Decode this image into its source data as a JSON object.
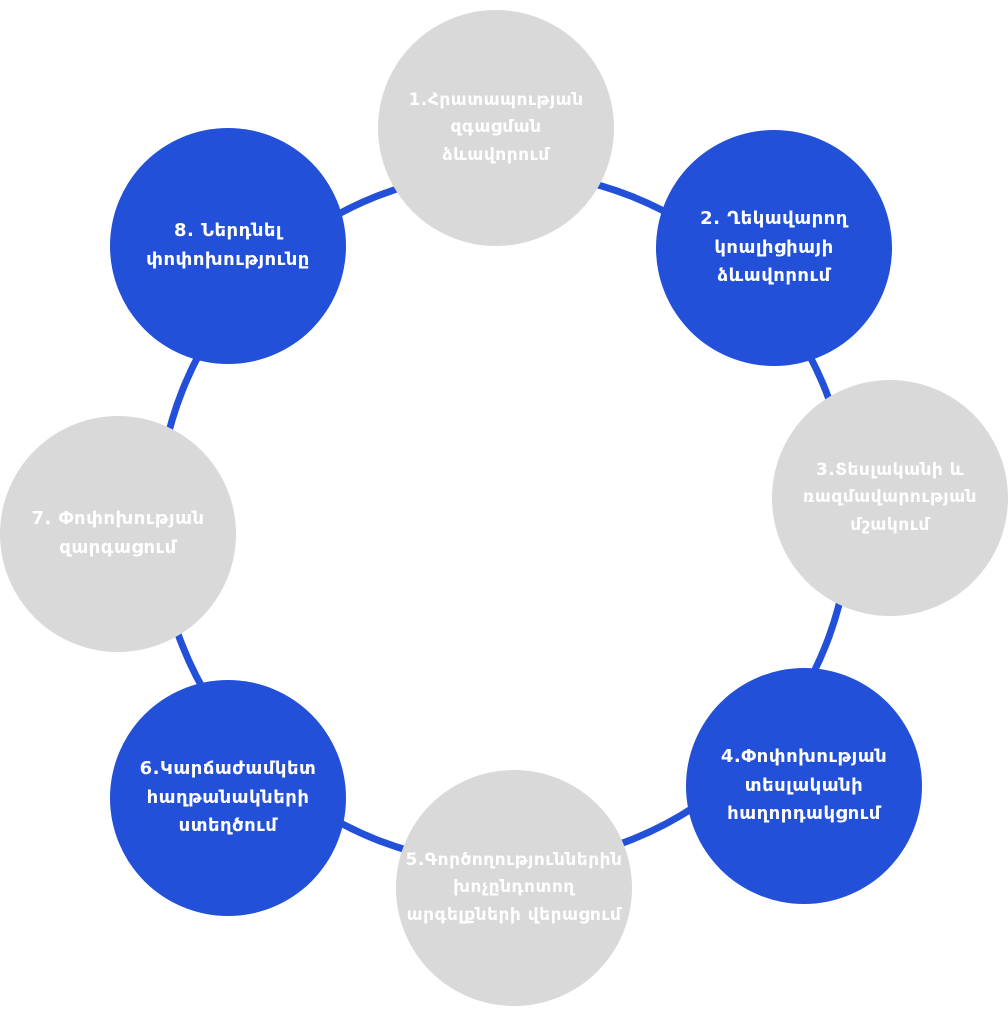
{
  "colors": {
    "blue": "#2350d8",
    "gray": "#d9d9d9",
    "ring": "#2350d8",
    "text": "#ffffff"
  },
  "steps": [
    {
      "label": "1.Հրատապության\nզգացման\nձևավորում",
      "color": "gray"
    },
    {
      "label": "2. Ղեկավարող\nկոալիցիայի\nձևավորում",
      "color": "blue"
    },
    {
      "label": "3.Տեսլականի և\nռազմավարության\nմշակում",
      "color": "gray"
    },
    {
      "label": "4.Փոփոխության\nտեսլականի\nհաղորդակցում",
      "color": "blue"
    },
    {
      "label": "5.Գործողություններին\nխոչընդոտող\nարգելքների վերացում",
      "color": "gray"
    },
    {
      "label": "6.Կարճաժամկետ\nհաղթանակների\nստեղծում",
      "color": "blue"
    },
    {
      "label": "7. Փոփոխության\nզարգացում",
      "color": "gray"
    },
    {
      "label": "8. Ներդնել\nփոփոխությունը",
      "color": "blue"
    }
  ]
}
